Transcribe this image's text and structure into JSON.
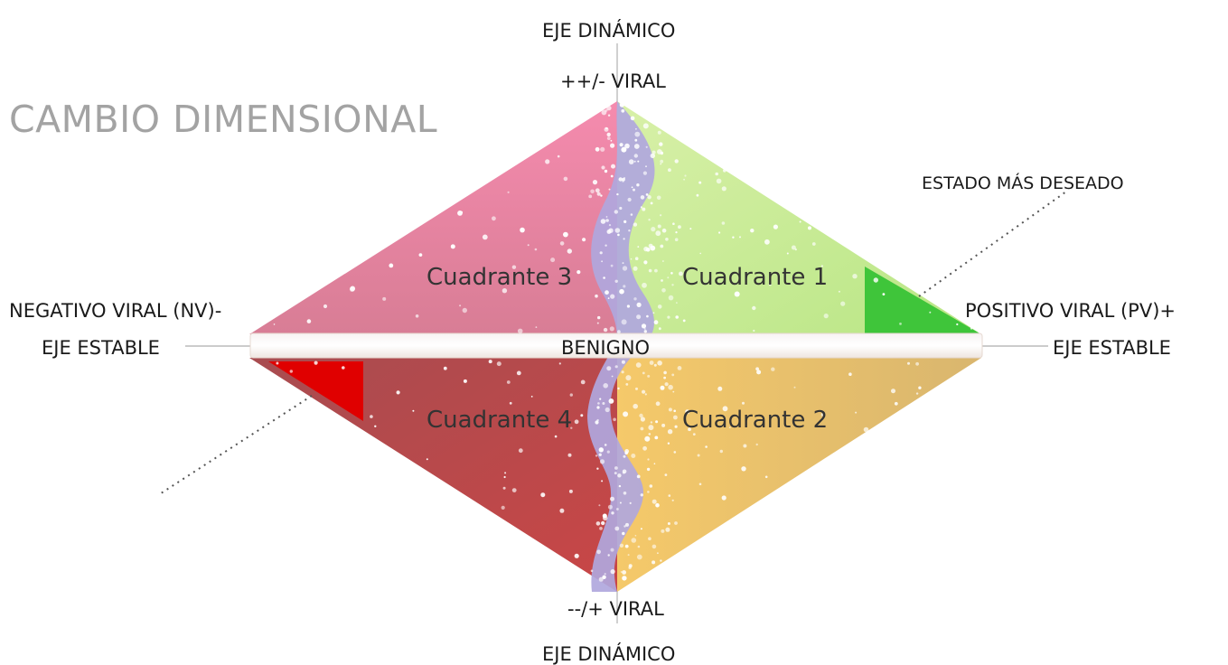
{
  "title": "CAMBIO DIMENSIONAL",
  "axes": {
    "dynamic_top": "EJE DINÁMICO",
    "dynamic_bottom": "EJE DINÁMICO",
    "viral_top": "++/- VIRAL",
    "viral_bottom": "--/+ VIRAL",
    "stable_left": "EJE ESTABLE",
    "stable_right": "EJE ESTABLE",
    "negative": "NEGATIVO VIRAL (NV)-",
    "positive": "POSITIVO VIRAL (PV)+",
    "center": "BENIGNO"
  },
  "annotations": {
    "desired_state": "ESTADO MÁS DESEADO"
  },
  "quadrants": {
    "q1": "Cuadrante 1",
    "q2": "Cuadrante 2",
    "q3": "Cuadrante 3",
    "q4": "Cuadrante 4"
  },
  "colors": {
    "q1": "#c9ec9a",
    "q1_accent": "#3fc53a",
    "q2": "#f0c66a",
    "q3": "#f07ea0",
    "q4": "#b24a4a",
    "q4_accent": "#e00000",
    "wave": "#b0a7dd",
    "title": "#a3a3a3"
  }
}
